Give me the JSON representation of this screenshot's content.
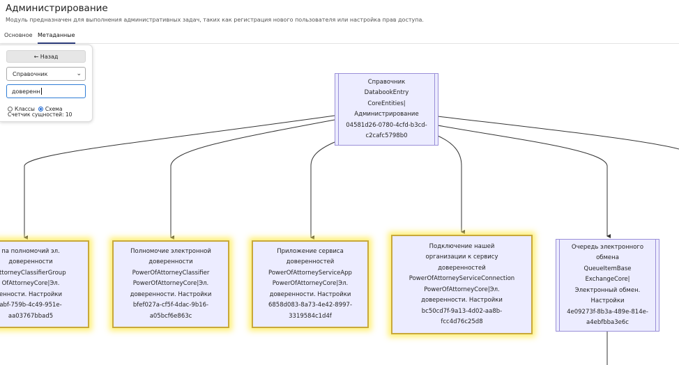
{
  "header": {
    "title": "Администрирование",
    "subtitle": "Модуль предназначен для выполнения административных задач, таких как регистрация нового пользователя или настройка прав доступа."
  },
  "tabs": [
    {
      "label": "Основное",
      "active": false
    },
    {
      "label": "Метаданные",
      "active": true
    }
  ],
  "panel": {
    "back_label": "← Назад",
    "select_value": "Справочник",
    "search_value": "доверенн",
    "radio_classes": "Классы",
    "radio_schema": "Схема",
    "radio_selected": "Схема",
    "entity_count_label": "Счетчик сущностей: 10"
  },
  "graph": {
    "root": {
      "lines": [
        "Справочник",
        "DatabookEntry",
        "CoreEntities|",
        "Администрирование",
        "04581d26-0780-4cfd-b3cd-",
        "c2cafc5798b0"
      ]
    },
    "children": [
      {
        "highlighted": true,
        "lines": [
          "па полномочий эл.",
          "доверенности",
          "AttorneyClassifierGroup",
          "OfAttorneyCore|Эл.",
          "енности. Настройки",
          "abf-759b-4c49-951e-",
          "aa03767bbad5"
        ]
      },
      {
        "highlighted": true,
        "lines": [
          "Полномочие электронной",
          "доверенности",
          "PowerOfAttorneyClassifier",
          "PowerOfAttorneyCore|Эл.",
          "доверенности. Настройки",
          "bfef027a-cf5f-4dac-9b16-",
          "a05bcf6e863c"
        ]
      },
      {
        "highlighted": true,
        "lines": [
          "Приложение сервиса",
          "доверенностей",
          "PowerOfAttorneyServiceApp",
          "PowerOfAttorneyCore|Эл.",
          "доверенности. Настройки",
          "6858d083-8a73-4e42-8997-",
          "3319584c1d4f"
        ]
      },
      {
        "highlighted": true,
        "lines": [
          "Подключение нашей",
          "организации к сервису",
          "доверенностей",
          "PowerOfAttorneyServiceConnection",
          "PowerOfAttorneyCore|Эл.",
          "доверенности. Настройки",
          "bc50cd7f-9a13-4d02-aa8b-",
          "fcc4d76c25d8"
        ]
      },
      {
        "highlighted": false,
        "lines": [
          "Очередь электронного",
          "обмена",
          "QueueItemBase",
          "ExchangeCore|",
          "Электронный обмен.",
          "Настройки",
          "4e09273f-8b3a-489e-814e-",
          "a4ebfbba3e6c"
        ]
      }
    ]
  },
  "colors": {
    "node_fill": "#ececff",
    "node_border": "#9a8fd8",
    "highlight_glow": "#ffec5a",
    "active_tab": "#2b3a7a",
    "input_focus": "#2f7dd6"
  }
}
